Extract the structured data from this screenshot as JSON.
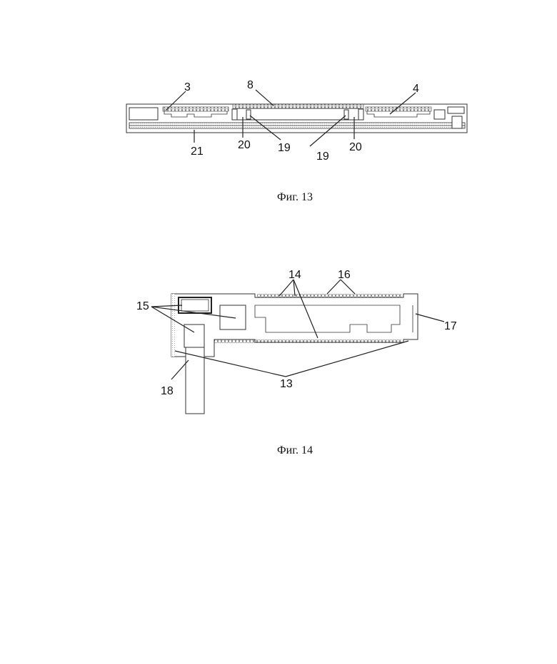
{
  "figure13": {
    "caption": "Фиг. 13",
    "labels": {
      "l3": "3",
      "l8": "8",
      "l4": "4",
      "l21": "21",
      "l20a": "20",
      "l19a": "19",
      "l19b": "19",
      "l20b": "20"
    }
  },
  "figure14": {
    "caption": "Фиг. 14",
    "labels": {
      "l14": "14",
      "l16": "16",
      "l15": "15",
      "l17": "17",
      "l18": "18",
      "l13": "13"
    }
  }
}
